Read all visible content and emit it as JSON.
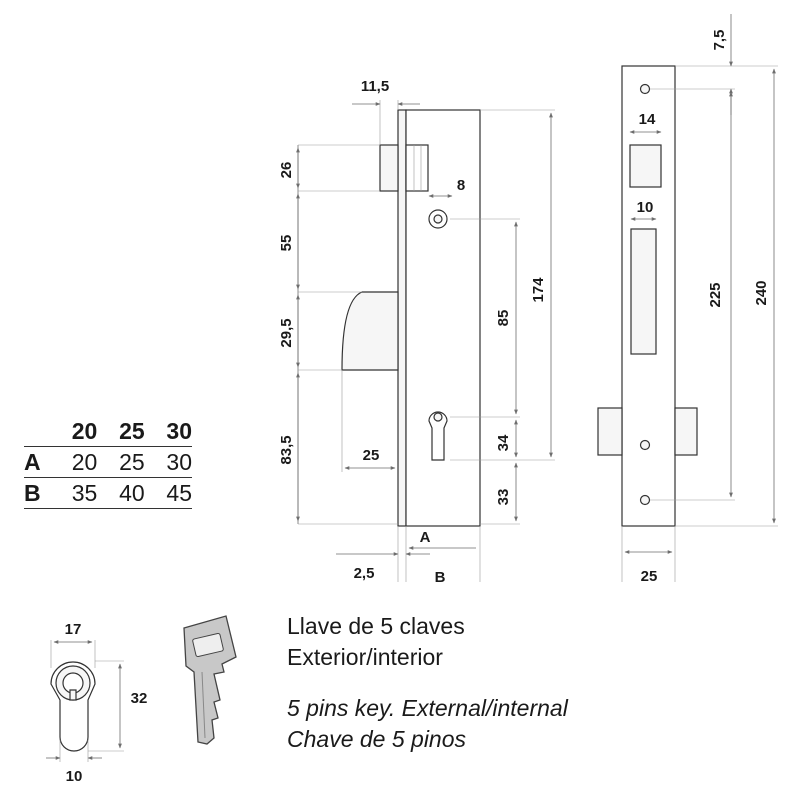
{
  "dimensions": {
    "d_11_5": "11,5",
    "d_26": "26",
    "d_8": "8",
    "d_55": "55",
    "d_174": "174",
    "d_29_5": "29,5",
    "d_85": "85",
    "d_83_5": "83,5",
    "d_25_backset": "25",
    "d_34": "34",
    "d_33": "33",
    "d_2_5": "2,5",
    "label_a": "A",
    "label_b": "B",
    "d_7_5": "7,5",
    "d_14": "14",
    "d_10_plate": "10",
    "d_225": "225",
    "d_240": "240",
    "d_25_width": "25",
    "d_17": "17",
    "d_32": "32",
    "d_10_cyl": "10"
  },
  "size_table": {
    "headers": [
      "",
      "20",
      "25",
      "30"
    ],
    "rows": [
      {
        "label": "A",
        "values": [
          "20",
          "25",
          "30"
        ]
      },
      {
        "label": "B",
        "values": [
          "35",
          "40",
          "45"
        ]
      }
    ]
  },
  "description": {
    "es_line1": "Llave de 5 claves",
    "es_line2": "Exterior/interior",
    "en_line1": "5 pins key. External/internal",
    "pt_line1": "Chave de 5 pinos"
  },
  "colors": {
    "line": "#333333",
    "dimension": "#6e6e6e",
    "text": "#1a1a1a"
  }
}
